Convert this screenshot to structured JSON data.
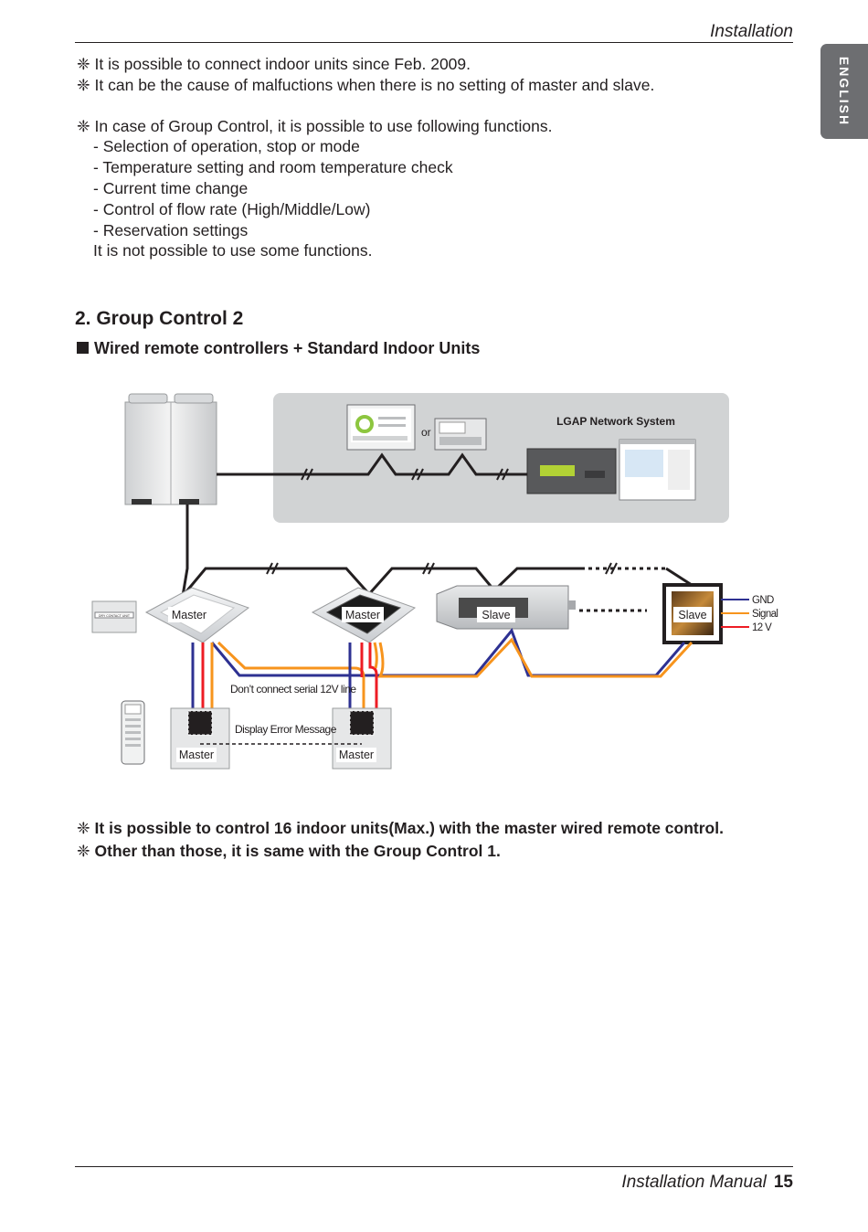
{
  "header": {
    "title": "Installation",
    "language_tab": "ENGLISH"
  },
  "notes": {
    "line1": "❈ It is possible to connect indoor units since Feb. 2009.",
    "line2": "❈ It can be the cause of malfuctions when there is no setting of master and slave.",
    "line3": "❈ In case of Group Control, it is possible to use following functions.",
    "functions": [
      "- Selection of operation, stop or mode",
      "- Temperature setting and room temperature check",
      "- Current time change",
      "- Control of flow rate (High/Middle/Low)",
      "- Reservation settings"
    ],
    "closing": "It is not possible to use some functions."
  },
  "section": {
    "title": "2. Group Control 2",
    "subtitle": "Wired remote controllers + Standard Indoor Units"
  },
  "diagram": {
    "network_label": "LGAP Network System",
    "or_label": "or",
    "unit_labels": [
      "Master",
      "Master",
      "Slave",
      "Slave"
    ],
    "remote_labels": [
      "Master",
      "Master"
    ],
    "wire_labels": [
      "GND",
      "Signal",
      "12 V"
    ],
    "caption_serial": "Don’t connect serial 12V line",
    "caption_error": "Display Error Message",
    "dry_contact_text": "DRY CONTACT UNIT",
    "colors": {
      "gnd": "#2e3192",
      "signal": "#f7941d",
      "v12": "#ed1c24",
      "network_bg": "#d1d3d4"
    }
  },
  "bottom_notes": {
    "line1": "❈ It is possible to control 16 indoor units(Max.) with the master wired remote control.",
    "line2": "❈ Other than those, it is same with the Group Control 1."
  },
  "footer": {
    "manual": "Installation Manual",
    "page": "15"
  }
}
